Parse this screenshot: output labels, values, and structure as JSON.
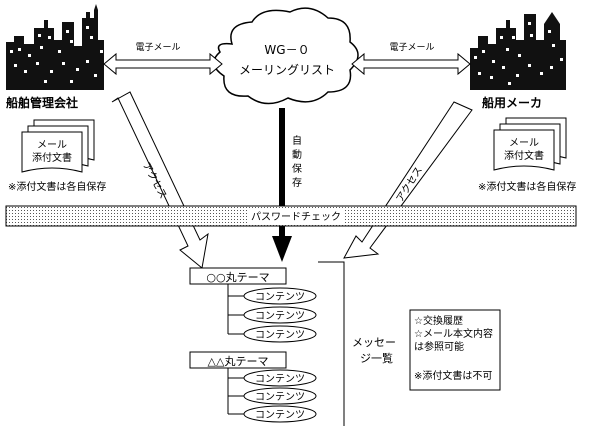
{
  "nodes": {
    "ship_company": "船舶管理会社",
    "ship_maker": "船用メーカ",
    "mailing_list": {
      "line1": "WG－０",
      "line2": "メーリングリスト"
    }
  },
  "edges": {
    "email_left": "電子メール",
    "email_right": "電子メール",
    "auto_save": [
      "自",
      "動",
      "保",
      "存"
    ],
    "access_left": "アクセス",
    "access_right": "アクセス"
  },
  "documents": {
    "left": {
      "line1": "メール",
      "line2": "添付文書"
    },
    "right": {
      "line1": "メール",
      "line2": "添付文書"
    }
  },
  "notes": {
    "left_save": "※添付文書は各自保存",
    "right_save": "※添付文書は各自保存"
  },
  "password_bar": "パスワードチェック",
  "themes": [
    {
      "title": "○○丸テーマ",
      "items": [
        "コンテンツ",
        "コンテンツ",
        "コンテンツ"
      ]
    },
    {
      "title": "△△丸テーマ",
      "items": [
        "コンテンツ",
        "コンテンツ",
        "コンテンツ"
      ]
    }
  ],
  "message_list": {
    "line1": "メッセー",
    "line2": "ジ一覧"
  },
  "info_box": {
    "lines": [
      "☆交換履歴",
      "☆メール本文内容",
      "は参照可能"
    ],
    "note": "※添付文書は不可"
  }
}
